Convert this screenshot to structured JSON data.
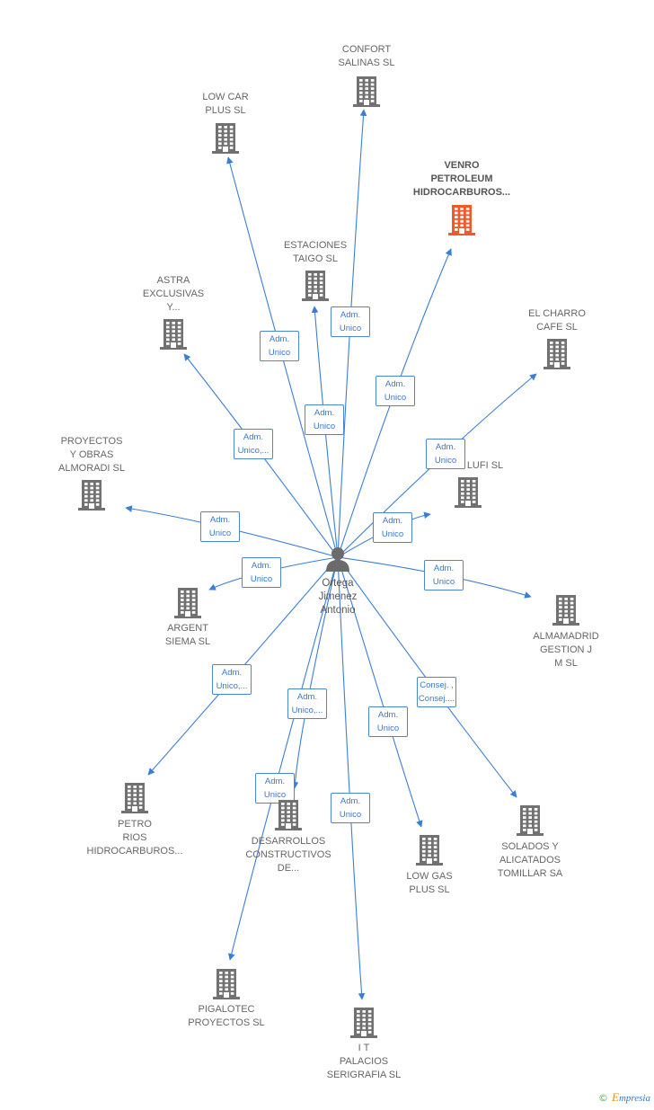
{
  "colors": {
    "edge": "#3a7fd5",
    "building": "#717171",
    "highlight": "#f05a28",
    "person": "#6b6b6b"
  },
  "center": {
    "label": "Ortega\nJimenez\nAntonio",
    "icon": "person-icon"
  },
  "nodes": [
    {
      "id": "confort",
      "label": "CONFORT\nSALINAS SL"
    },
    {
      "id": "lowcar",
      "label": "LOW CAR\nPLUS  SL"
    },
    {
      "id": "venro",
      "label": "VENRO\nPETROLEUM\nHIDROCARBUROS...",
      "highlight": true
    },
    {
      "id": "estaciones",
      "label": "ESTACIONES\nTAIGO SL"
    },
    {
      "id": "astra",
      "label": "ASTRA\nEXCLUSIVAS\nY..."
    },
    {
      "id": "charro",
      "label": "EL CHARRO\nCAFE  SL"
    },
    {
      "id": "proyectos",
      "label": "PROYECTOS\nY OBRAS\nALMORADI  SL"
    },
    {
      "id": "lufi",
      "label": "LUFI SL"
    },
    {
      "id": "argent",
      "label": "ARGENT\nSIEMA SL"
    },
    {
      "id": "almamadrid",
      "label": "ALMAMADRID\nGESTION J\nM SL"
    },
    {
      "id": "petro",
      "label": "PETRO\nRIOS\nHIDROCARBUROS..."
    },
    {
      "id": "desarrollos",
      "label": "DESARROLLOS\nCONSTRUCTIVOS\nDE..."
    },
    {
      "id": "lowgas",
      "label": "LOW GAS\nPLUS  SL"
    },
    {
      "id": "solados",
      "label": "SOLADOS Y\nALICATADOS\nTOMILLAR SA"
    },
    {
      "id": "pigalotec",
      "label": "PIGALOTEC\nPROYECTOS SL"
    },
    {
      "id": "it",
      "label": "I T\nPALACIOS\nSERIGRAFIA SL"
    }
  ],
  "edges": [
    {
      "to": "confort",
      "role": "Adm.\nUnico"
    },
    {
      "to": "lowcar",
      "role": "Adm.\nUnico"
    },
    {
      "to": "venro",
      "role": "Adm.\nUnico"
    },
    {
      "to": "estaciones",
      "role": "Adm.\nUnico"
    },
    {
      "to": "astra",
      "role": "Adm.\nUnico,..."
    },
    {
      "to": "charro",
      "role": "Adm.\nUnico"
    },
    {
      "to": "proyectos",
      "role": "Adm.\nUnico"
    },
    {
      "to": "lufi",
      "role": "Adm.\nUnico"
    },
    {
      "to": "argent",
      "role": "Adm.\nUnico"
    },
    {
      "to": "almamadrid",
      "role": "Adm.\nUnico"
    },
    {
      "to": "petro",
      "role": "Adm.\nUnico,..."
    },
    {
      "to": "desarrollos",
      "role": "Adm.\nUnico,..."
    },
    {
      "to": "lowgas",
      "role": "Adm.\nUnico"
    },
    {
      "to": "solados",
      "role": "Consej. ,\nConsej...."
    },
    {
      "to": "pigalotec",
      "role": "Adm.\nUnico"
    },
    {
      "to": "it",
      "role": "Adm.\nUnico"
    }
  ],
  "brand": {
    "copyright": "©",
    "first": "E",
    "rest": "mpresia"
  }
}
